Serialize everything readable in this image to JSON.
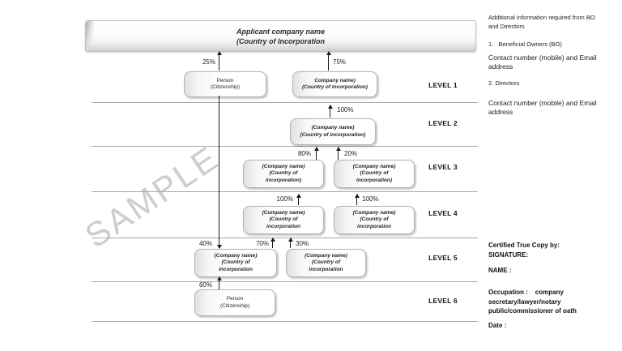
{
  "watermark": "SAMPLE",
  "banner": {
    "title": "Applicant company name",
    "subtitle": "(Country of Incorporation"
  },
  "levels": [
    "LEVEL 1",
    "LEVEL 2",
    "LEVEL 3",
    "LEVEL 4",
    "LEVEL 5",
    "LEVEL 6"
  ],
  "nodes": {
    "person1": "Person\n(Citizenship)",
    "company1": "Company name)\n(Country of incorporation)",
    "company2": "(Company name)\n(Country of incorporation)",
    "company3l": "(Company name)\n(Country of\nincorporation)",
    "company3r": "(Company name)\n(Country of\nincorporation)",
    "company4l": "(Company name)\n(Country of\nincorporation",
    "company4r": "(Company name)\n(Country of\nincorporation",
    "company5l": "(Company name)\n(Country of\nincorporation",
    "company5r": "(Company name)\n(Country of\nincorporation",
    "person6": "Person\n(Citizenship)"
  },
  "percents": {
    "l1_left": "25%",
    "l1_right": "75%",
    "l2": "100%",
    "l3_left": "80%",
    "l3_right": "20%",
    "l4_left": "100%",
    "l4_right": "100%",
    "l5_chain": "40%",
    "l5_left": "70%",
    "l5_right": "30%",
    "l6": "60%"
  },
  "side": {
    "additional_title": "Additional information required from BO\nand Directors",
    "item1": "1.   Beneficial Owners (BO)",
    "contact1": "Contact number (mobile) and Email\naddress",
    "item2": "2. Directors",
    "contact2": "Contact number (mobile) and Email\naddress",
    "certified": "Certified True Copy by:",
    "signature": "SIGNATURE:",
    "name": "NAME :",
    "occupation": "Occupation :    company\nsecretary/lawyer/notary\npublic/commissioner of oath",
    "date": "Date :"
  },
  "colors": {
    "line": "#a8a8a8",
    "arrow": "#1a1a1a",
    "watermark": "#919191"
  }
}
